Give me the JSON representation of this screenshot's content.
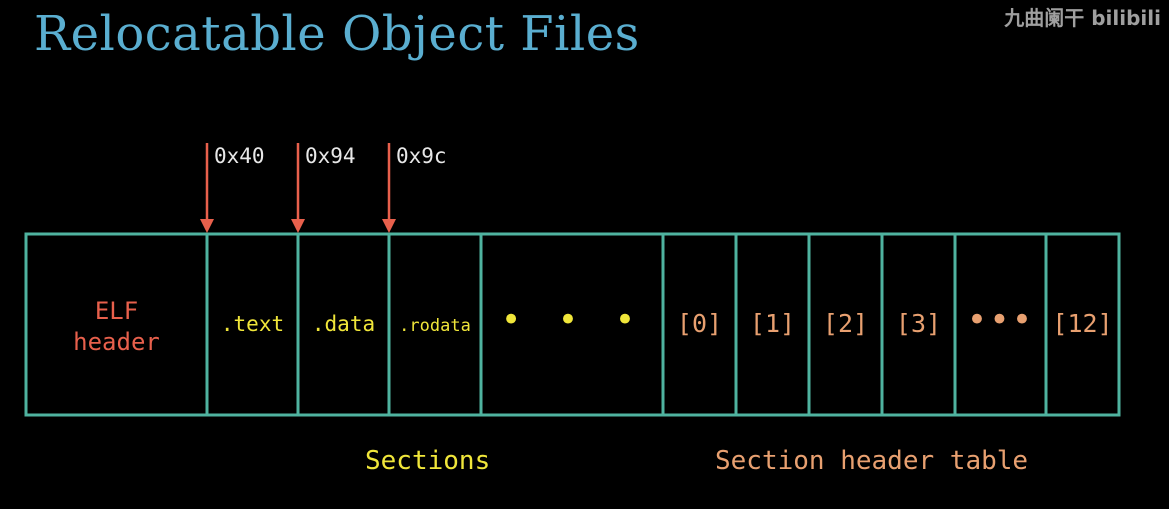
{
  "title": "Relocatable Object Files",
  "watermark": "九曲阑干 bilibili",
  "offsets": [
    "0x40",
    "0x94",
    "0x9c"
  ],
  "elf_header": {
    "line1": "ELF",
    "line2": "header"
  },
  "sections": [
    ".text",
    ".data",
    ".rodata",
    "• • •"
  ],
  "section_headers": [
    "[0]",
    "[1]",
    "[2]",
    "[3]",
    "•••",
    "[12]"
  ],
  "labels": {
    "sections": "Sections",
    "section_header_table": "Section header table"
  },
  "colors": {
    "border": "#4fb3a0",
    "arrow": "#e8604c",
    "title": "#5aaed0",
    "sections": "#f0e63a",
    "headers": "#e8a070"
  }
}
